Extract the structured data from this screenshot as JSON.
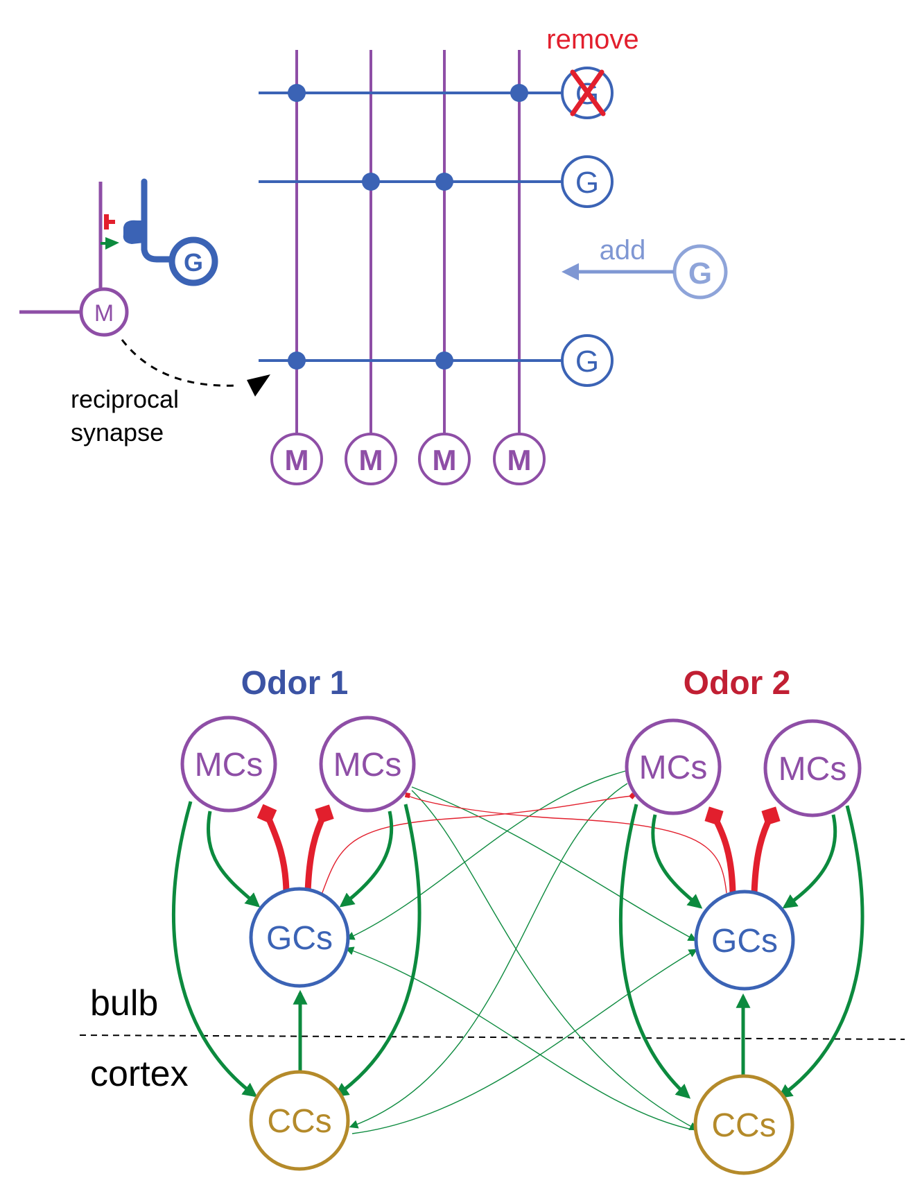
{
  "top": {
    "remove_label": "remove",
    "add_label": "add",
    "reciprocal_label_line1": "reciprocal",
    "reciprocal_label_line2": "synapse",
    "g_label": "G",
    "m_label": "M",
    "inset_m_label": "M",
    "inset_g_label": "G"
  },
  "bottom": {
    "odor1_title": "Odor 1",
    "odor2_title": "Odor 2",
    "mc_label": "MCs",
    "gc_label": "GCs",
    "cc_label": "CCs",
    "bulb_label": "bulb",
    "cortex_label": "cortex"
  },
  "colors": {
    "mitral": "#8e4ea6",
    "granule": "#3b63b5",
    "granule_faded": "#8ea4d9",
    "cortical": "#b48a2a",
    "excitatory": "#0c8a3e",
    "inhibitory": "#e21f2d",
    "odor1": "#3b53a4",
    "odor2": "#c11f33",
    "remove": "#e21f2d"
  }
}
